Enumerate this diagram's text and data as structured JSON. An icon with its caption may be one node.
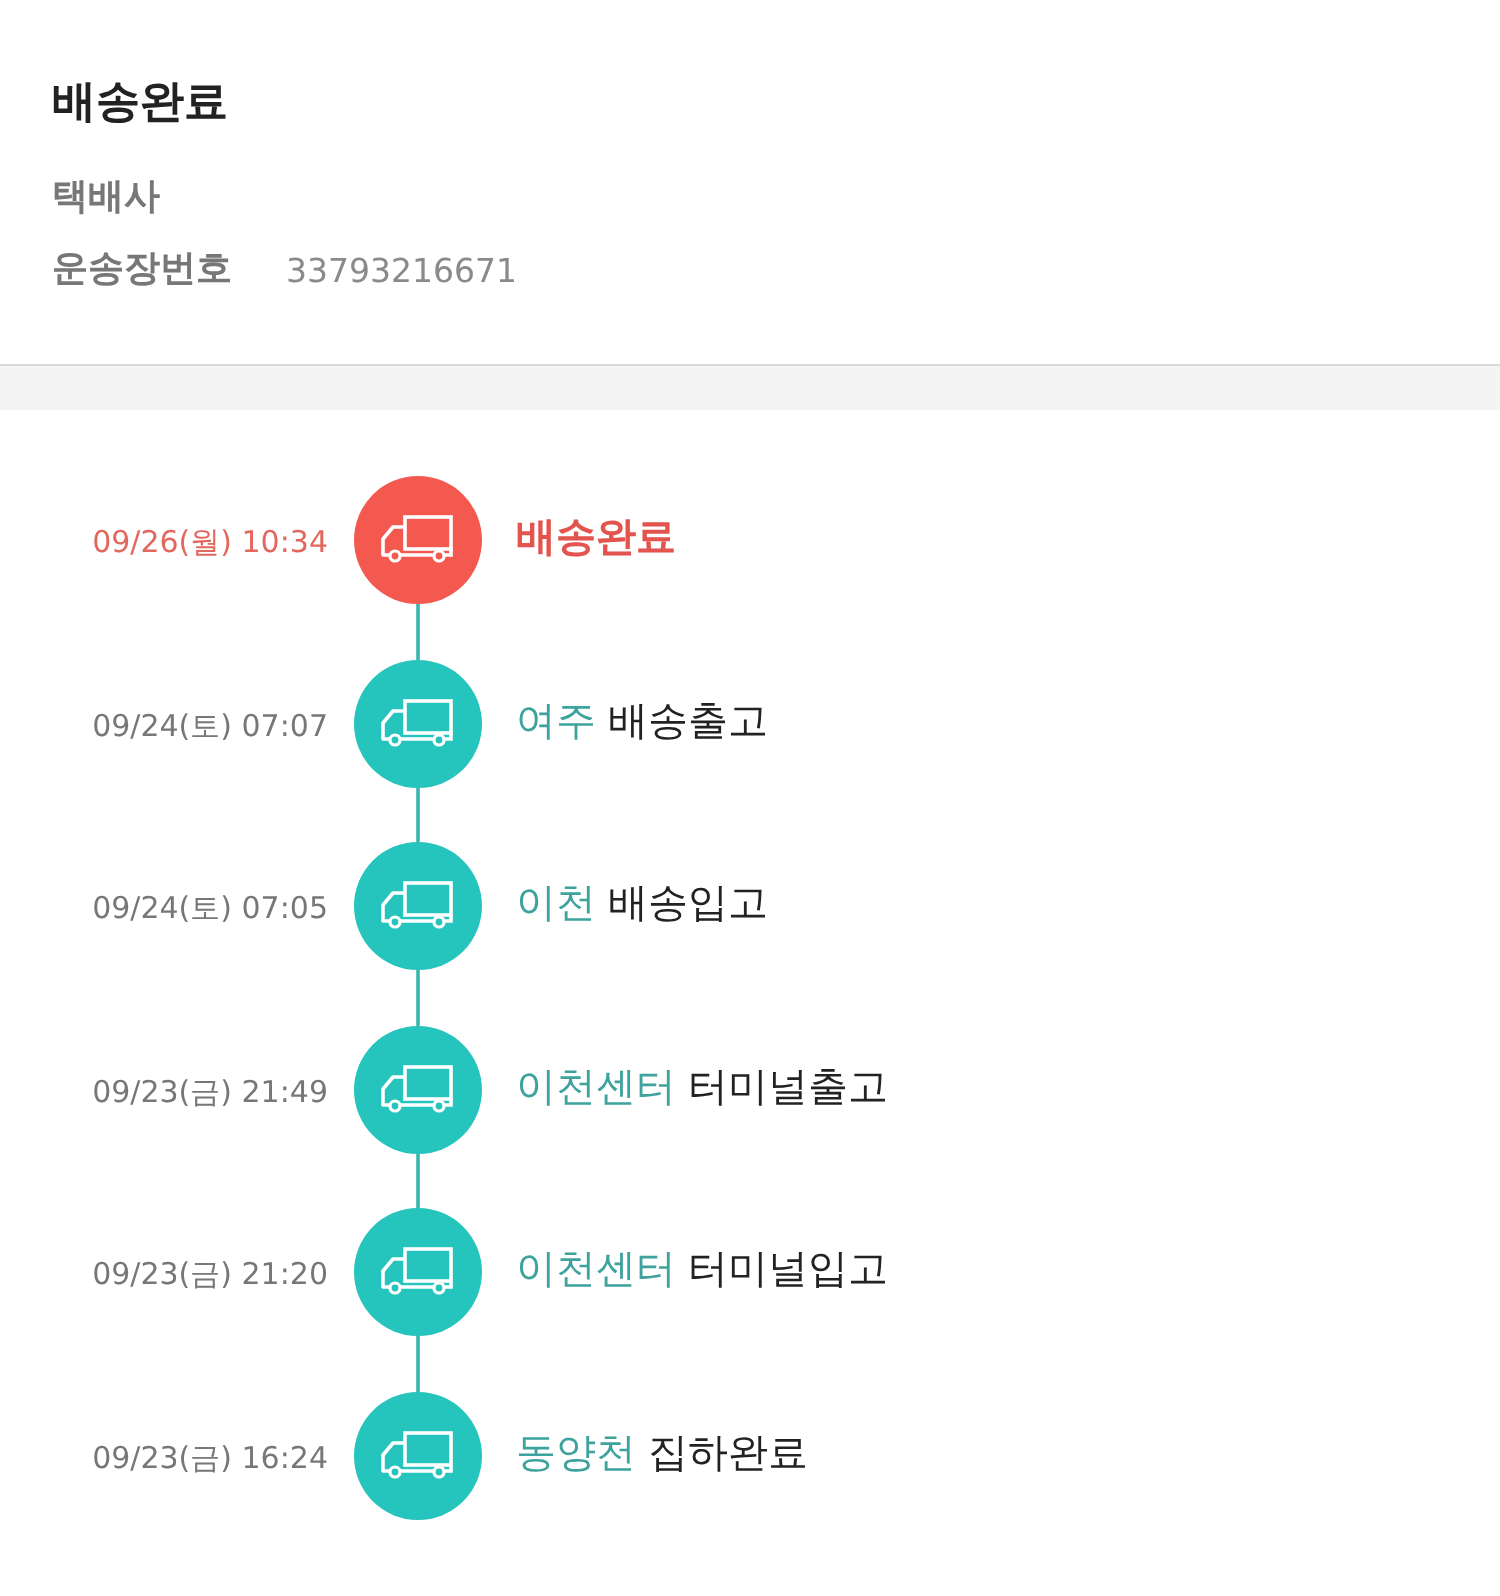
{
  "diagram": {
    "title": "배송완료",
    "nodes": [
      {
        "text": [],
        "shape": "circle",
        "beside": [
          "09/26(월) 10:34",
          "배송완료"
        ]
      },
      {
        "text": [],
        "shape": "circle",
        "beside": [
          "09/24(토) 07:07",
          "여주",
          "배송출고"
        ]
      },
      {
        "text": [],
        "shape": "circle",
        "beside": [
          "09/24(토) 07:05",
          "이천",
          "배송입고"
        ]
      },
      {
        "text": [],
        "shape": "circle",
        "beside": [
          "09/23(금) 21:49",
          "이천센터",
          "터미널출고"
        ]
      },
      {
        "text": [],
        "shape": "circle",
        "beside": [
          "09/23(금) 21:20",
          "이천센터",
          "터미널입고"
        ]
      },
      {
        "text": [],
        "shape": "circle",
        "beside": [
          "09/23(금) 16:24",
          "동양천",
          "집하완료"
        ]
      }
    ],
    "edges": [
      {
        "from": 0,
        "to": 1,
        "arrow": "none"
      },
      {
        "from": 1,
        "to": 2,
        "arrow": "none"
      },
      {
        "from": 2,
        "to": 3,
        "arrow": "none"
      },
      {
        "from": 3,
        "to": 4,
        "arrow": "none"
      },
      {
        "from": 4,
        "to": 5,
        "arrow": "none"
      }
    ],
    "labels": [
      "택배사",
      "운송장번호",
      "33793216671"
    ]
  }
}
